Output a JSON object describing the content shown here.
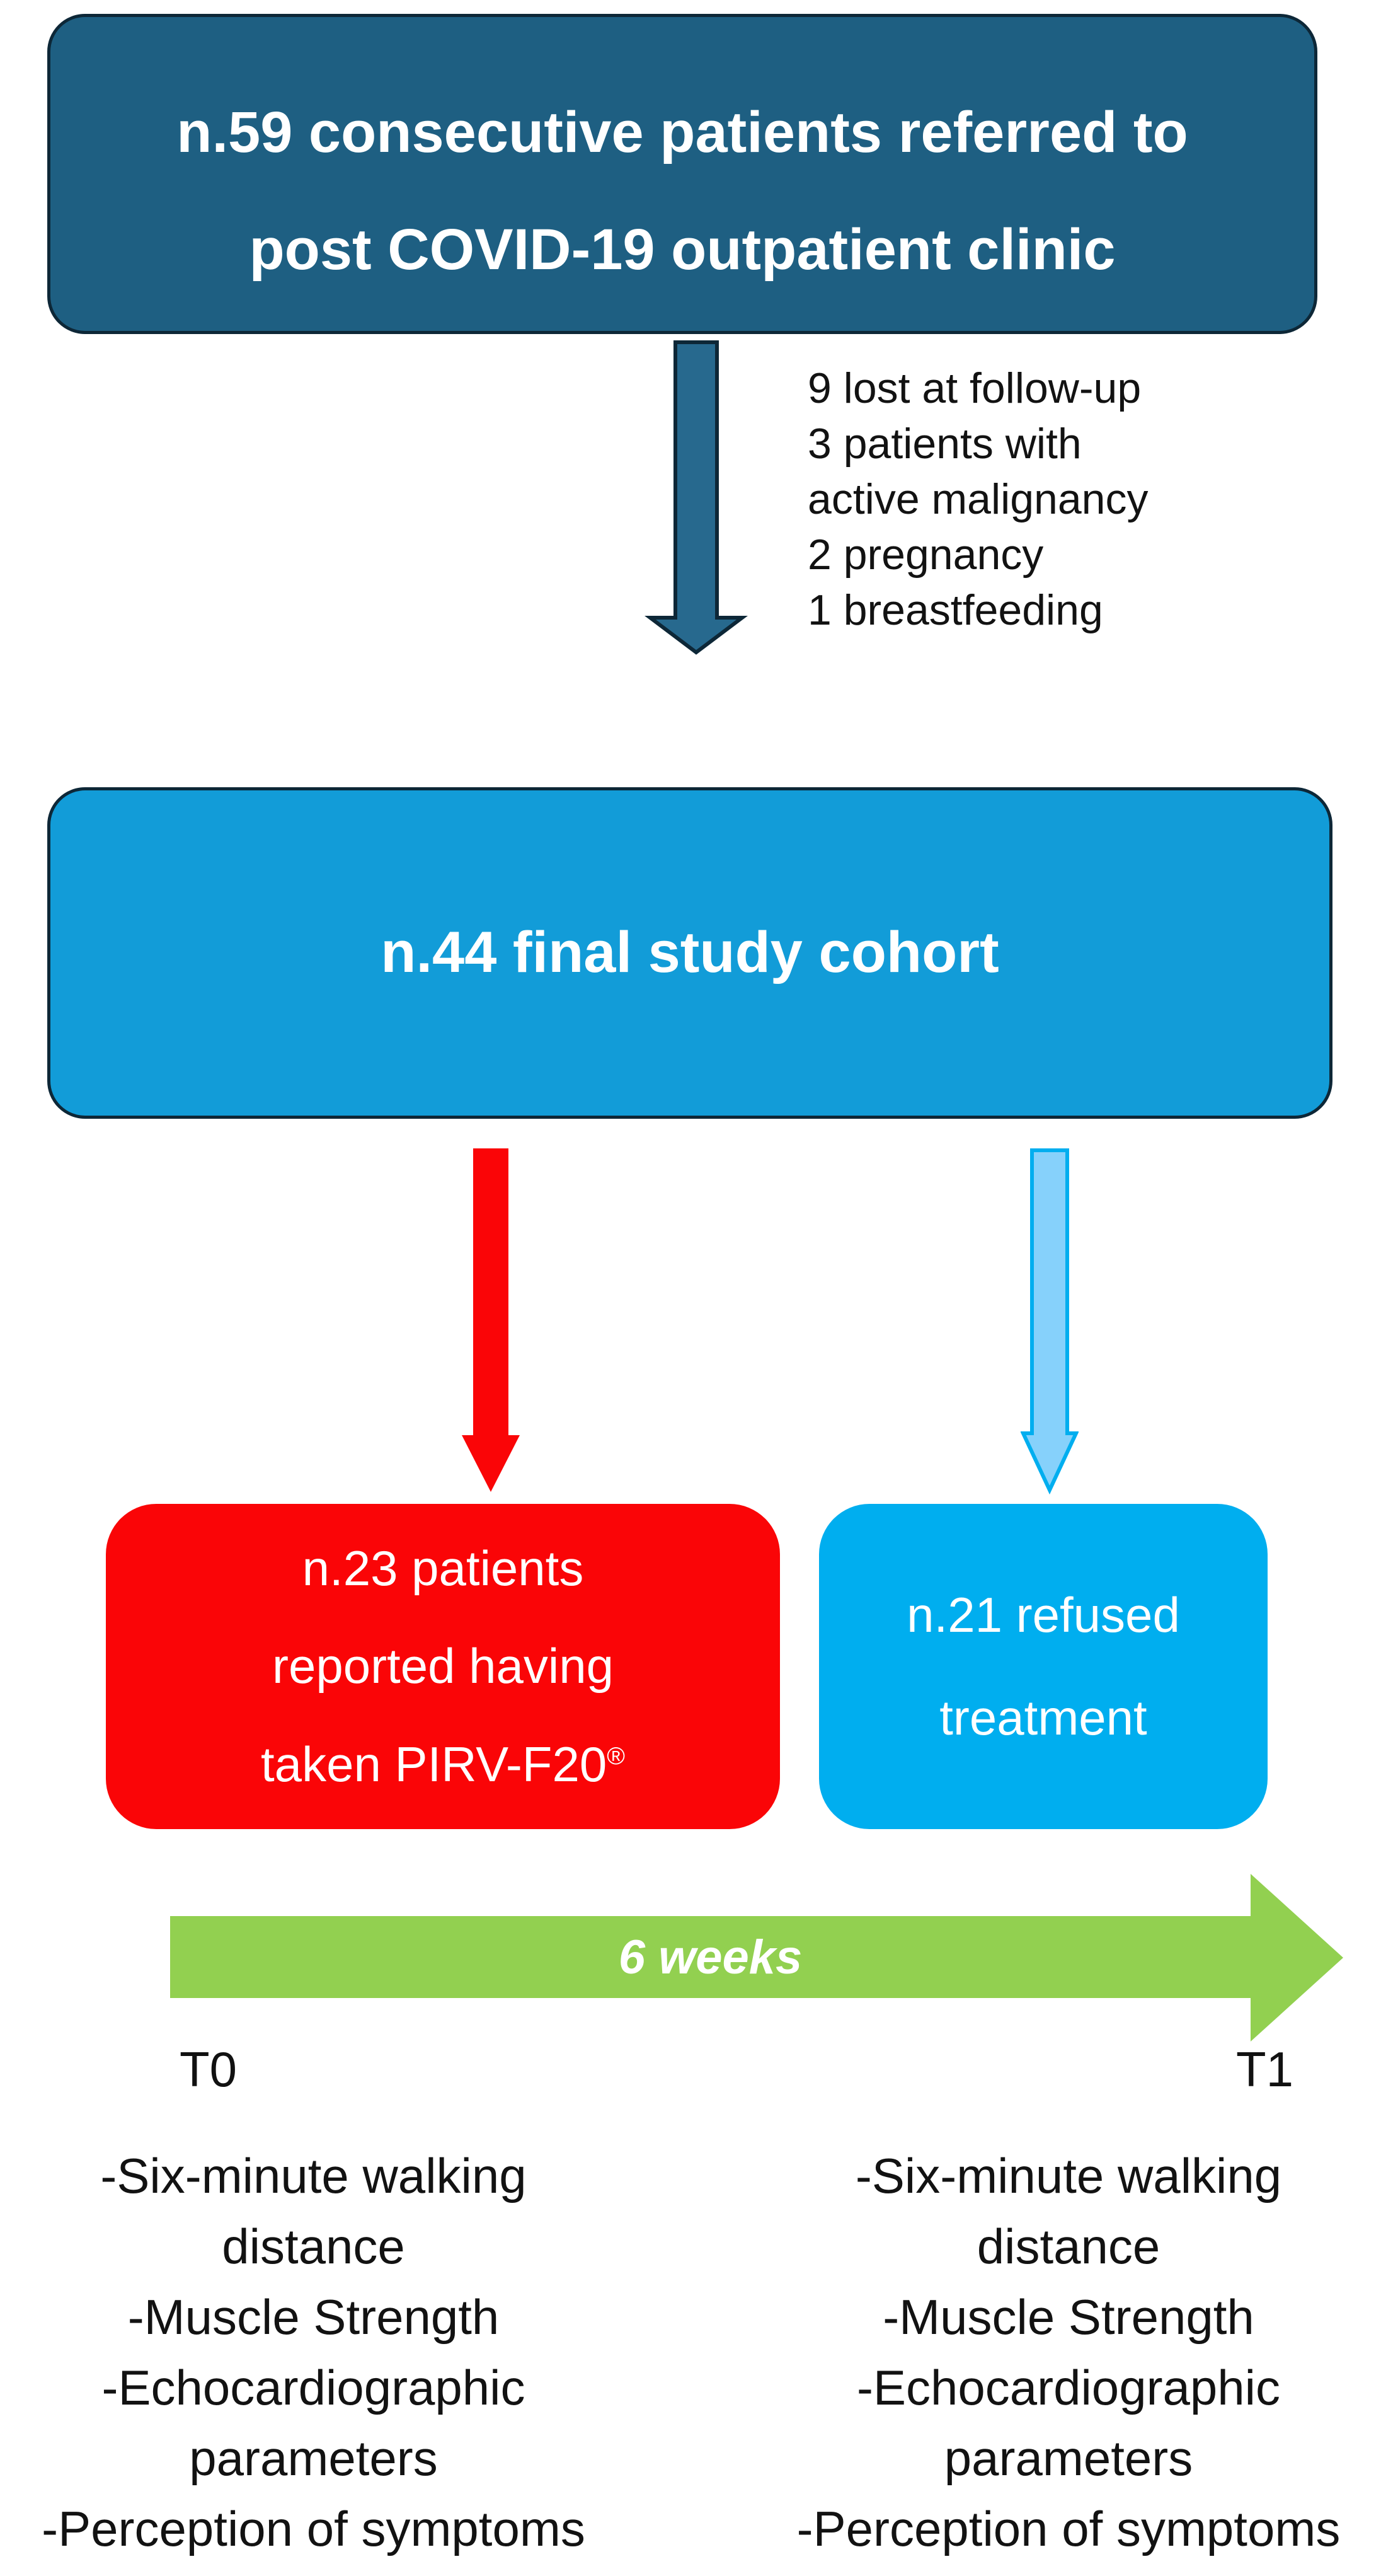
{
  "colors": {
    "dark_teal": "#1E5F82",
    "border_navy": "#0D2737",
    "arrow_teal": "#27698E",
    "mid_blue": "#129CD8",
    "red": "#FA0507",
    "cyan": "#00AEEF",
    "light_blue": "#86D1FB",
    "green": "#92D050"
  },
  "flow": {
    "box_top": {
      "lines": [
        "n.59 consecutive patients referred to",
        "post COVID-19 outpatient clinic"
      ]
    },
    "exclusions": {
      "lines": [
        "9 lost at follow-up",
        "3 patients with",
        "active malignancy",
        "2 pregnancy",
        "1 breastfeeding"
      ]
    },
    "box_cohort": {
      "label": "n.44 final study cohort"
    },
    "box_treated": {
      "lines": [
        "n.23 patients",
        "reported having",
        "taken PIRV-F20"
      ],
      "reg": "®"
    },
    "box_refused": {
      "lines": [
        "n.21 refused",
        "treatment"
      ]
    },
    "timeline": {
      "duration": "6 weeks",
      "start": "T0",
      "end": "T1"
    },
    "assessments_left": {
      "lines": [
        "-Six-minute walking",
        "distance",
        "-Muscle Strength",
        "-Echocardiographic",
        "parameters",
        "-Perception of symptoms"
      ]
    },
    "assessments_right": {
      "lines": [
        "-Six-minute walking",
        "distance",
        "-Muscle Strength",
        "-Echocardiographic",
        "parameters",
        "-Perception of symptoms"
      ]
    }
  }
}
